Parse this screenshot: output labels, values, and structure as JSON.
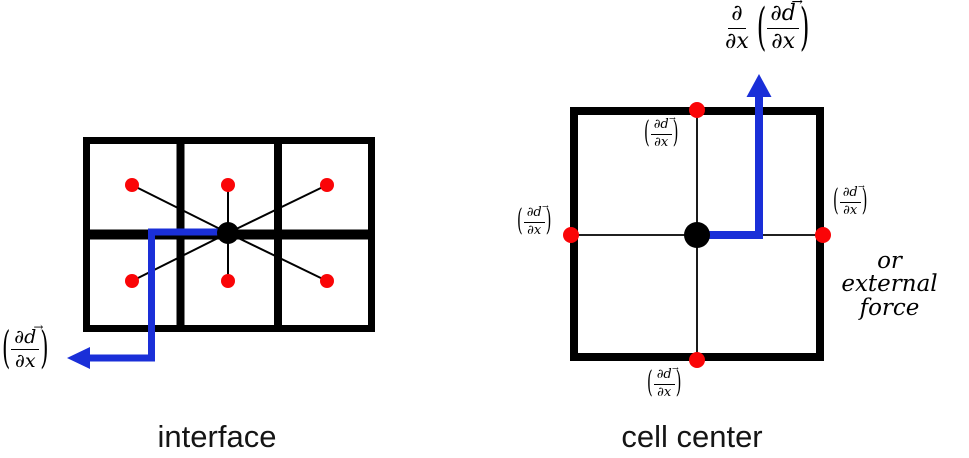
{
  "figure": {
    "colors": {
      "dot_red": "#fa0507",
      "arrow_blue": "#1a2fd8",
      "line_black": "#000000"
    },
    "glyphs": {
      "lp": "(",
      "rp": ")",
      "vec": "→"
    },
    "left": {
      "caption": "interface",
      "derivative": {
        "num": "∂d",
        "den": "∂x"
      }
    },
    "right": {
      "caption": "cell center",
      "outer_derivative": {
        "num": "∂",
        "den": "∂x"
      },
      "inner_derivative": {
        "num": "∂d",
        "den": "∂x"
      },
      "side_note_line1": "or",
      "side_note_line2": "external force"
    }
  }
}
